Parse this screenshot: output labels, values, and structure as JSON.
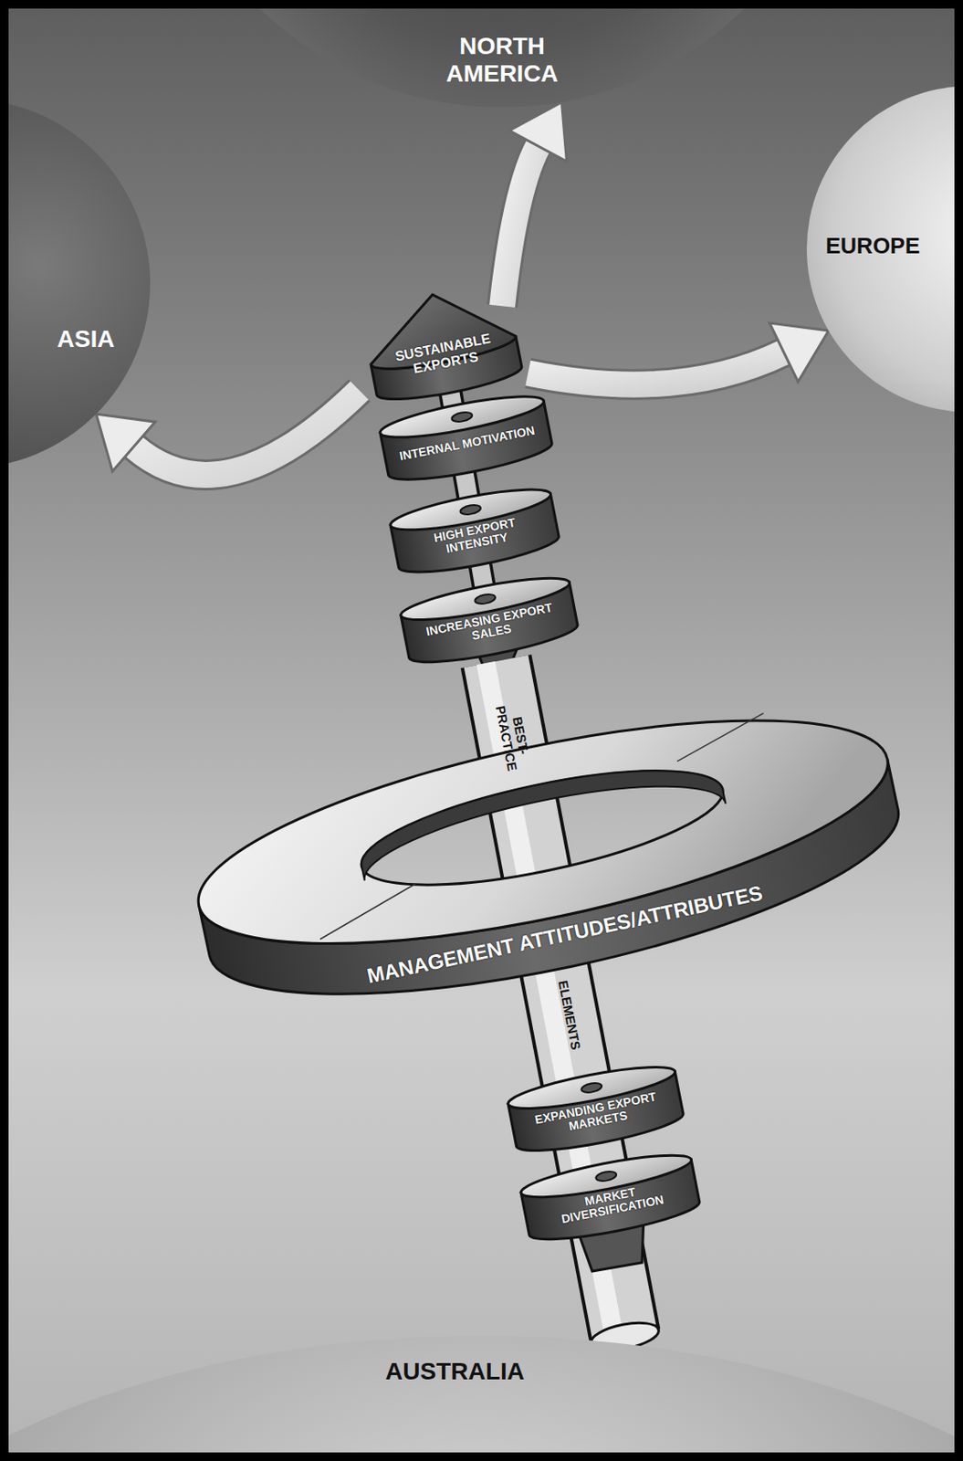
{
  "diagram": {
    "nodes": [
      {
        "text": [
          "NORTH AMERICA"
        ]
      },
      {
        "text": [
          "ASIA"
        ]
      },
      {
        "text": [
          "EUROPE"
        ]
      },
      {
        "text": [
          "SUSTAINABLE EXPORTS"
        ]
      },
      {
        "text": [
          "INTERNAL MOTIVATION"
        ]
      },
      {
        "text": [
          "HIGH EXPORT INTENSITY"
        ]
      },
      {
        "text": [
          "INCREASING EXPORT SALES"
        ]
      },
      {
        "text": [
          "MANAGEMENT ATTITUDES/ATTRIBUTES"
        ]
      },
      {
        "text": [
          "EXPANDING EXPORT MARKETS"
        ]
      },
      {
        "text": [
          "MARKET DIVERSIFICATION"
        ]
      },
      {
        "text": [
          "AUSTRALIA"
        ]
      }
    ],
    "edges": [
      {
        "from": 3,
        "to": 0,
        "arrow": "to"
      },
      {
        "from": 3,
        "to": 2,
        "arrow": "to"
      },
      {
        "from": 3,
        "to": 1,
        "arrow": "to"
      }
    ],
    "labels": [
      "BEST- PRACTICE",
      "ELEMENTS"
    ]
  }
}
